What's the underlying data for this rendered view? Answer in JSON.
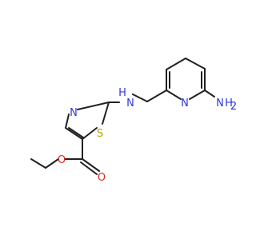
{
  "colors": {
    "bond": "#202020",
    "nitrogen": "#2f37d8",
    "oxygen": "#e0271e",
    "sulfur": "#b5a300",
    "background": "#ffffff"
  },
  "labels": {
    "amine_nh_h": "H",
    "amine_nh_n": "N",
    "pyridine_n": "N",
    "terminal_amine_n": "N",
    "terminal_amine_h2": "H",
    "terminal_amine_subscript": "2",
    "thiazole_n": "N",
    "thiazole_s": "S",
    "ester_ring_o": "O",
    "ester_carbonyl_o": "O"
  }
}
